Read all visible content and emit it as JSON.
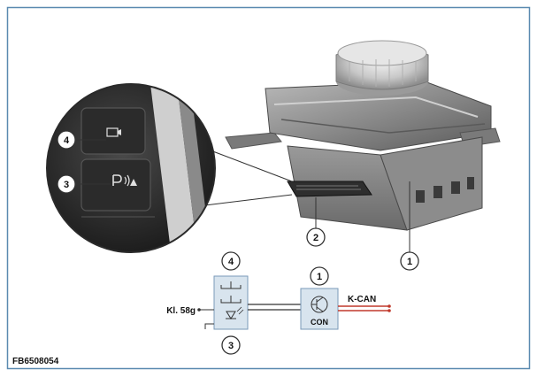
{
  "figure_id": "FB6508054",
  "callouts": {
    "c1": "1",
    "c2": "2",
    "c3": "3",
    "c4": "4",
    "s1": "1",
    "s3": "3",
    "s4": "4"
  },
  "schematic": {
    "left_label": "Kl. 58g",
    "right_label": "K-CAN",
    "controller_label": "CON"
  },
  "colors": {
    "frame": "#5a8ab0",
    "schematic_box": "#d8e4ee",
    "can_wire": "#c0392b"
  }
}
